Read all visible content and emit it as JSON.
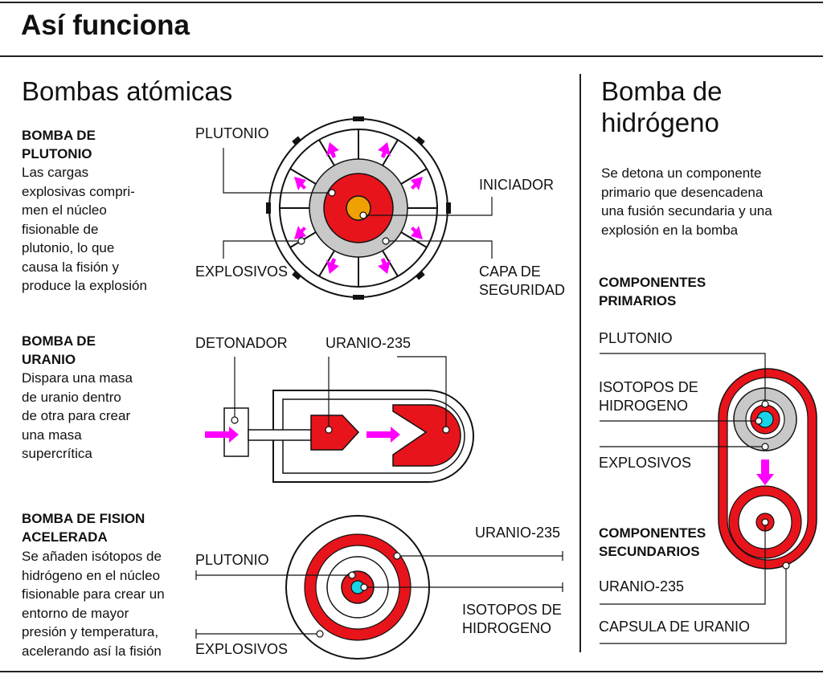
{
  "header": {
    "title": "Así funciona"
  },
  "left": {
    "section_title": "Bombas atómicas",
    "plutonio_bomb": {
      "heading_line1": "BOMBA DE",
      "heading_line2": "PLUTONIO",
      "text_lines": [
        "Las cargas",
        "explosivas compri-",
        "men el núcleo",
        "fisionable de",
        "plutonio, lo que",
        "causa la fisión y",
        "produce la explosión"
      ],
      "labels": {
        "plutonio": "PLUTONIO",
        "iniciador": "INICIADOR",
        "explosivos": "EXPLOSIVOS",
        "capa_line1": "CAPA DE",
        "capa_line2": "SEGURIDAD"
      }
    },
    "uranio_bomb": {
      "heading_line1": "BOMBA DE",
      "heading_line2": "URANIO",
      "text_lines": [
        "Dispara una masa",
        "de uranio dentro",
        "de otra para crear",
        "una masa",
        "supercrítica"
      ],
      "labels": {
        "detonador": "DETONADOR",
        "uranio235": "URANIO-235"
      }
    },
    "fision_bomb": {
      "heading_line1": "BOMBA DE FISION",
      "heading_line2": "ACELERADA",
      "text_lines": [
        "Se añaden isótopos de",
        "hidrógeno en el núcleo",
        "fisionable para crear un",
        "entorno de mayor",
        "presión y temperatura,",
        "acelerando así la fisión"
      ],
      "labels": {
        "uranio235": "URANIO-235",
        "plutonio": "PLUTONIO",
        "isotopos_line1": "ISOTOPOS DE",
        "isotopos_line2": "HIDROGENO",
        "explosivos": "EXPLOSIVOS"
      }
    }
  },
  "right": {
    "section_title_line1": "Bomba de",
    "section_title_line2": "hidrógeno",
    "intro_lines": [
      "Se detona un componente",
      "primario que desencadena",
      "una fusión secundaria y una",
      "explosión en la bomba"
    ],
    "primarios": {
      "heading_line1": "COMPONENTES",
      "heading_line2": "PRIMARIOS"
    },
    "secundarios": {
      "heading_line1": "COMPONENTES",
      "heading_line2": "SECUNDARIOS"
    },
    "labels": {
      "plutonio": "PLUTONIO",
      "isotopos_line1": "ISOTOPOS DE",
      "isotopos_line2": "HIDROGENO",
      "explosivos": "EXPLOSIVOS",
      "uranio235": "URANIO-235",
      "capsula": "CAPSULA DE URANIO"
    }
  },
  "colors": {
    "red": "#e8141b",
    "magenta": "#ff00ff",
    "orange": "#f0a000",
    "gray": "#c8c8c8",
    "cyan": "#19d3e6",
    "ink": "#111111"
  }
}
